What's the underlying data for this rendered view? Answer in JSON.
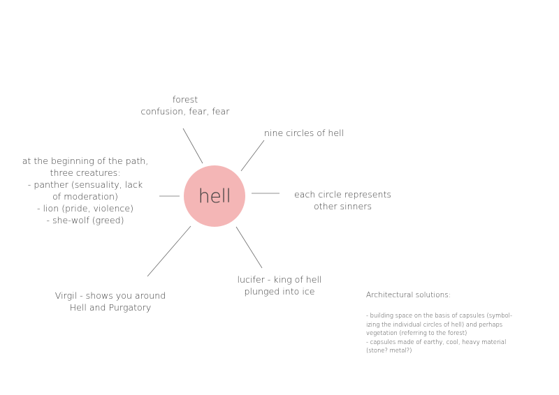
{
  "center": {
    "label": "hell",
    "color": "#f4b6b6"
  },
  "nodes": {
    "forest": {
      "lines": [
        "forest",
        "confusion, fear, fear"
      ]
    },
    "nine_circles": {
      "lines": [
        "nine circles of hell"
      ]
    },
    "creatures": {
      "lines": [
        "at the beginning of the path,",
        "three creatures:",
        "- panther (sensuality, lack",
        "of moderation)",
        "- lion (pride, violence)",
        "- she-wolf (greed)"
      ]
    },
    "each_circle": {
      "lines": [
        "each circle represents",
        "other sinners"
      ]
    },
    "lucifer": {
      "lines": [
        "lucifer - king of hell",
        "plunged into ice"
      ]
    },
    "virgil": {
      "lines": [
        "Virgil - shows  you around",
        "Hell and Purgatory"
      ]
    }
  },
  "architectural": {
    "title": "Architectural solutions:",
    "lines": [
      "- building space on the basis of capsules (symbol-",
      "izing the individual circles of hell) and perhaps",
      "vegetation (referring to the forest)",
      "- capsules made of earthy, cool, heavy material",
      "(stone? metal?)"
    ]
  },
  "colors": {
    "line": "#6b6b6b",
    "text": "#3a3a3a"
  }
}
